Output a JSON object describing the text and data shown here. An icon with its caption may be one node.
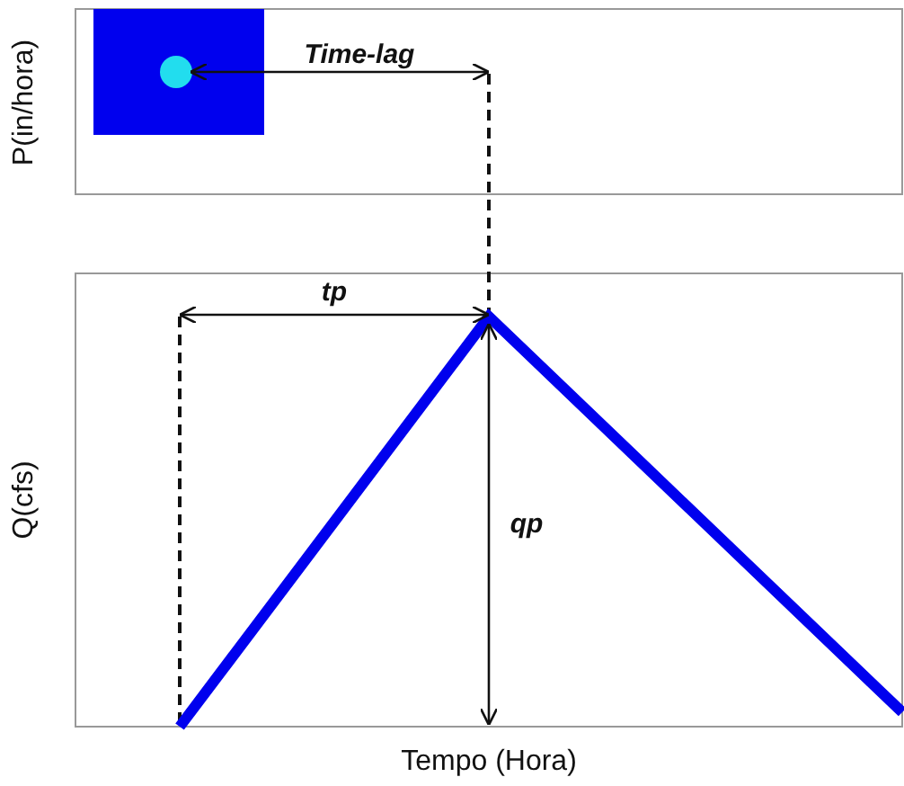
{
  "diagram": {
    "labels": [
      "P(in/hora)",
      "Time-lag",
      "tp",
      "Q(cfs)",
      "qp",
      "Tempo (Hora)"
    ]
  }
}
